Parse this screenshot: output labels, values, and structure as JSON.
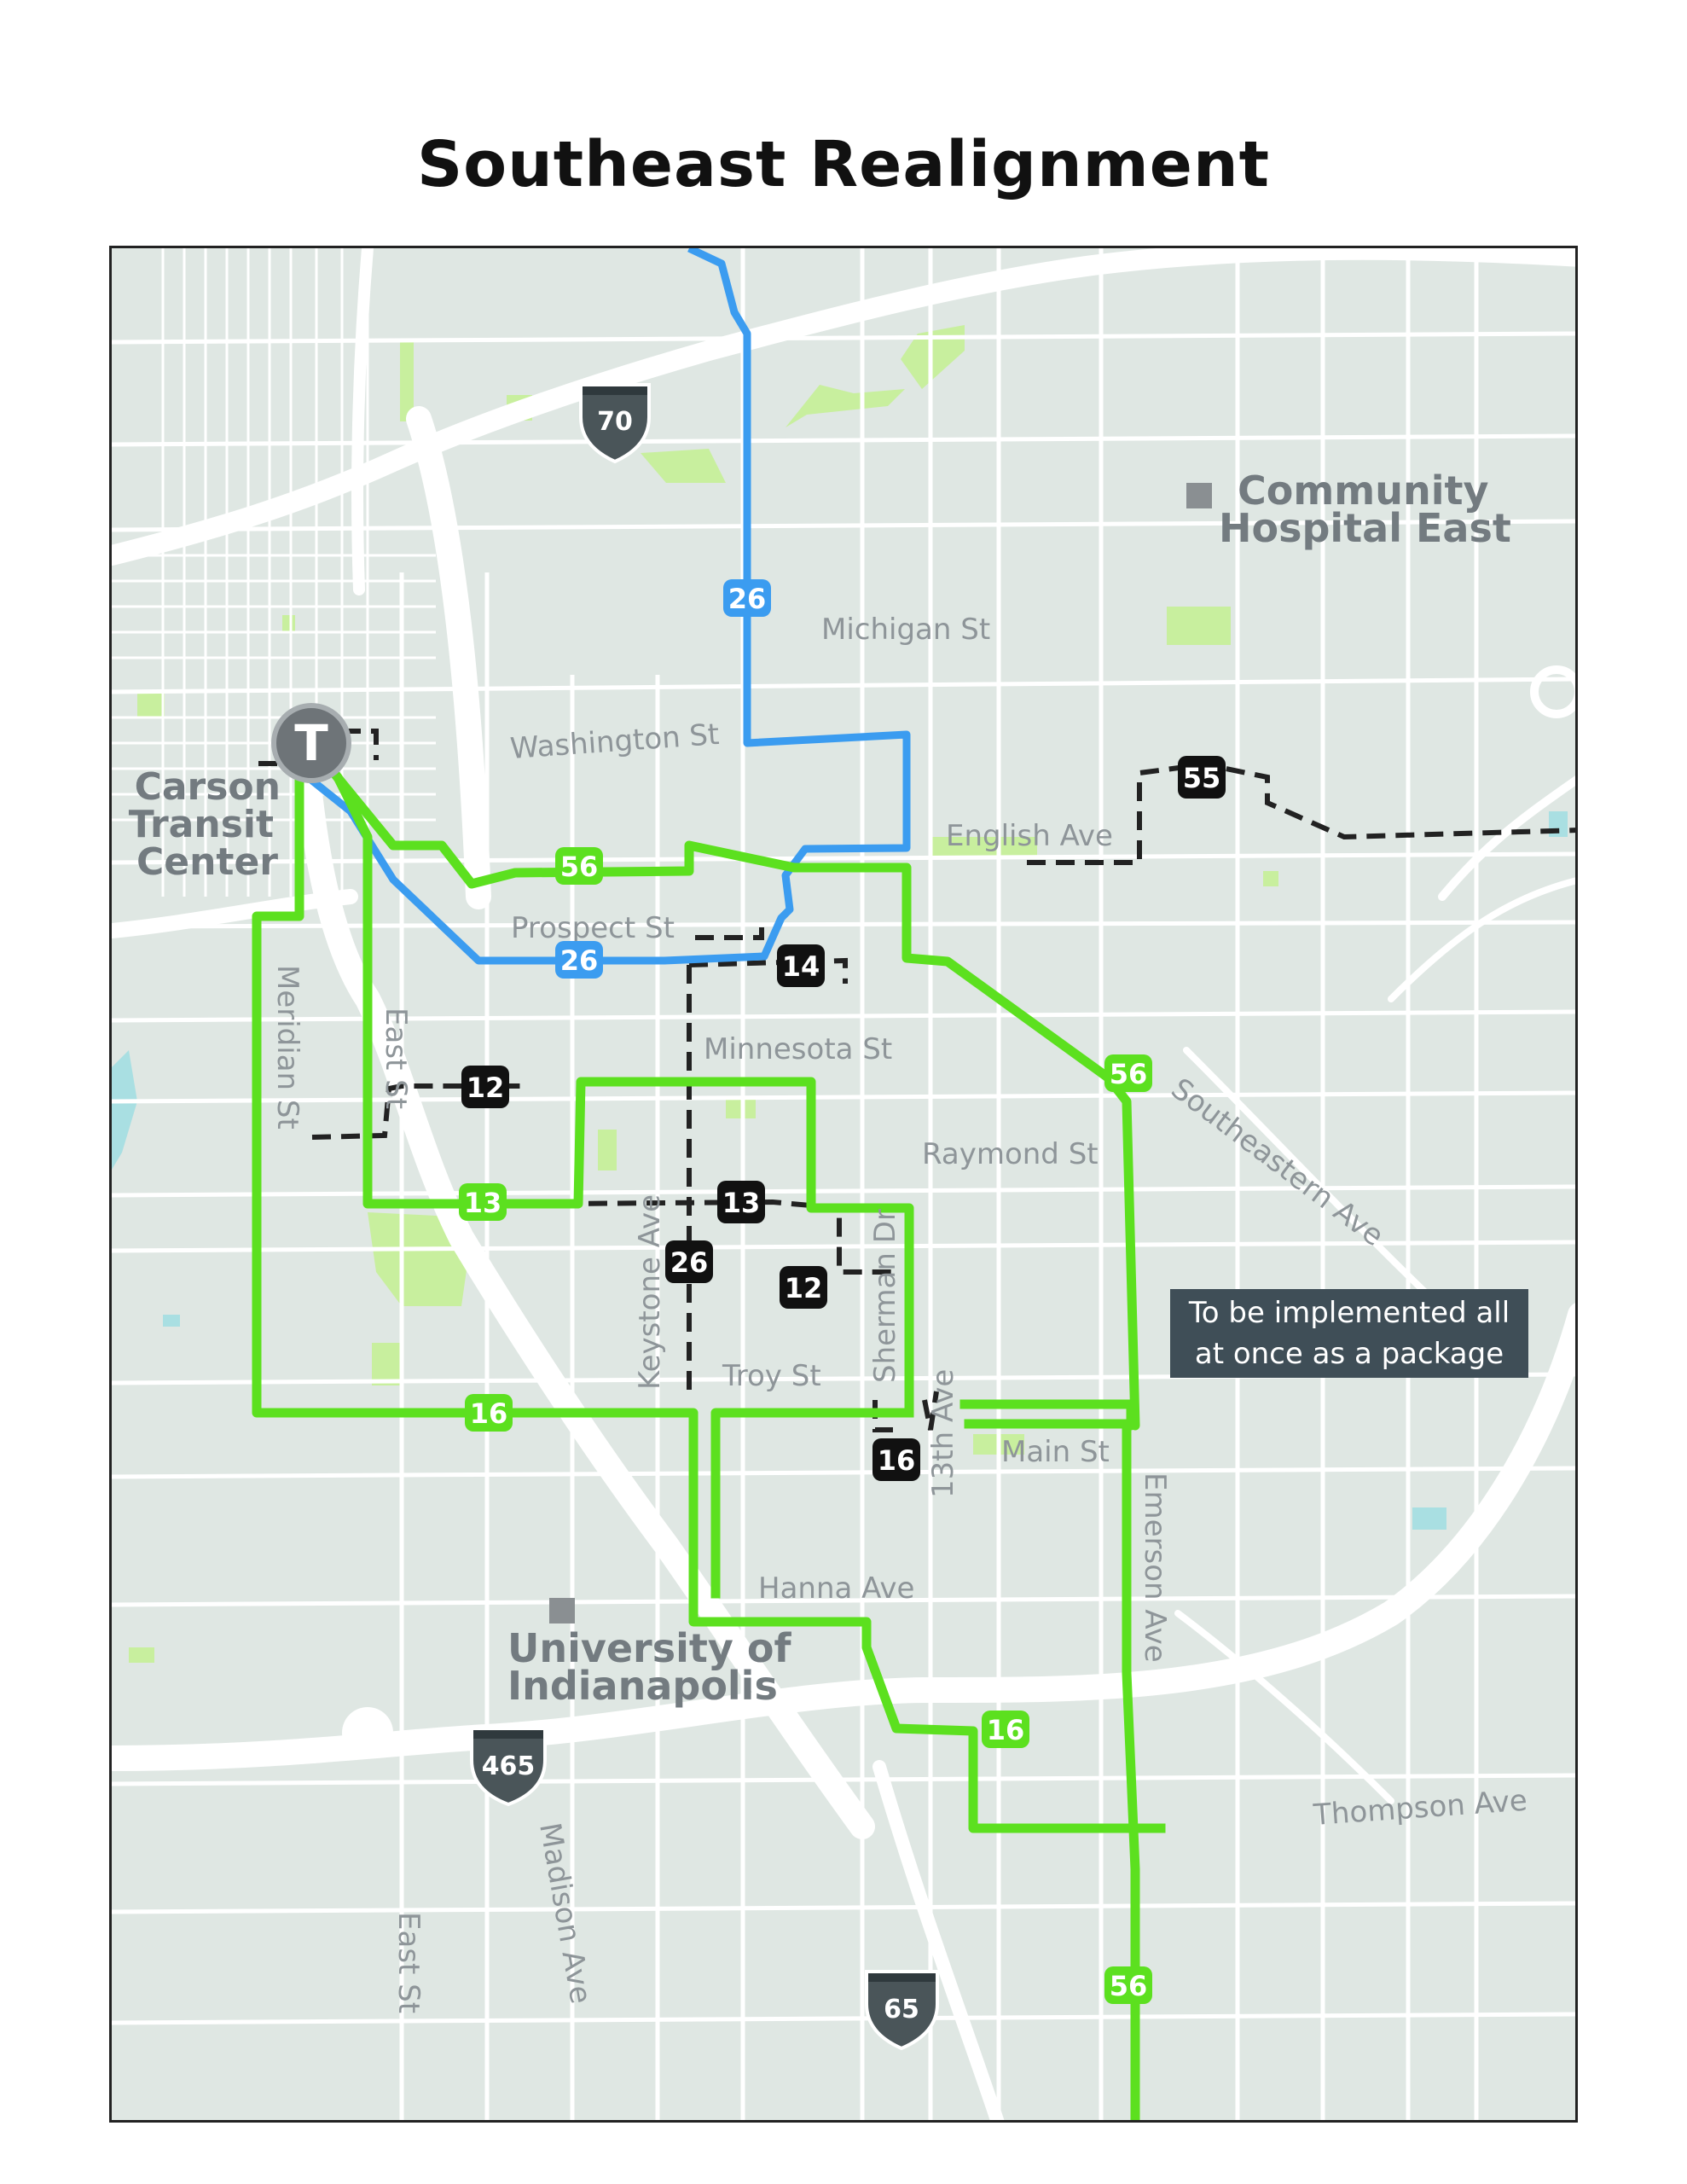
{
  "title": "Southeast Realignment",
  "colors": {
    "land": "#dfe7e3",
    "road": "#ffffff",
    "park": "#c8ef9e",
    "water": "#a9dfe2",
    "route_green": "#5ce01f",
    "route_blue": "#3b9cf0",
    "route_dashed": "#222222",
    "interstate_shield": "#4a5559",
    "note_bg": "#3f4e57"
  },
  "streets": {
    "washington": "Washington St",
    "michigan": "Michigan St",
    "english": "English Ave",
    "prospect": "Prospect St",
    "minnesota": "Minnesota St",
    "raymond": "Raymond St",
    "southeastern": "Southeastern Ave",
    "troy": "Troy St",
    "main": "Main St",
    "hanna": "Hanna Ave",
    "thompson": "Thompson Ave",
    "meridian": "Meridian St",
    "east_north": "East St",
    "east_south": "East St",
    "keystone": "Keystone Ave",
    "sherman": "Sherman Dr",
    "thirteenth": "13th Ave",
    "emerson": "Emerson Ave",
    "madison": "Madison Ave"
  },
  "places": {
    "carson_line1": "Carson",
    "carson_line2": "Transit",
    "carson_line3": "Center",
    "transit_icon": "T",
    "community_line1": "Community",
    "community_line2": "Hospital East",
    "univ_line1": "University of",
    "univ_line2": "Indianapolis"
  },
  "interstates": {
    "i70": "70",
    "i465": "465",
    "i65": "65"
  },
  "route_labels": {
    "g56_a": "56",
    "g56_b": "56",
    "g56_c": "56",
    "g13": "13",
    "g16_a": "16",
    "g16_b": "16",
    "b26_a": "26",
    "b26_b": "26",
    "k55": "55",
    "k14": "14",
    "k12_a": "12",
    "k12_b": "12",
    "k13": "13",
    "k26": "26",
    "k16": "16"
  },
  "note": {
    "line1": "To be implemented all",
    "line2": "at once as a package"
  }
}
